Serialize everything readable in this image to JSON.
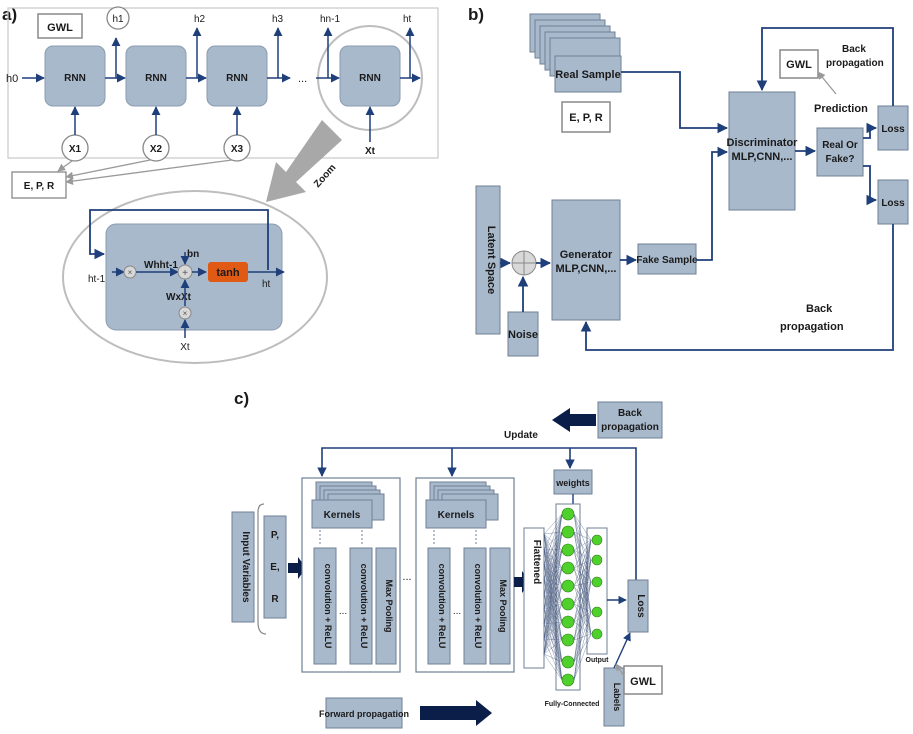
{
  "panel_a": {
    "label": "a)",
    "gwl": "GWL",
    "h0": "h0",
    "h_out": [
      "h1",
      "h2",
      "h3",
      "hn-1",
      "ht"
    ],
    "rnn": "RNN",
    "dots": "...",
    "x_in": [
      "X1",
      "X2",
      "X3",
      "Xt"
    ],
    "epr": "E, P, R",
    "zoom": "Zoom",
    "cell": {
      "ht_1": "ht-1",
      "bn": "bn",
      "whht": "Whht-1",
      "wxxt": "WxXt",
      "tanh": "tanh",
      "ht": "ht",
      "xt": "Xt"
    }
  },
  "panel_b": {
    "label": "b)",
    "real_sample": "Real Sample",
    "epr": "E, P, R",
    "gwl": "GWL",
    "back_prop_top": [
      "Back",
      "propagation"
    ],
    "prediction": "Prediction",
    "discriminator": [
      "Discriminator",
      "MLP,CNN,..."
    ],
    "real_or_fake": [
      "Real Or",
      "Fake?"
    ],
    "loss_top": "Loss",
    "loss_bottom": "Loss",
    "latent_space": "Latent Space",
    "noise": "Noise",
    "generator": [
      "Generator",
      "MLP,CNN,..."
    ],
    "fake_sample": "Fake Sample",
    "back_prop_bottom": [
      "Back",
      "propagation"
    ]
  },
  "panel_c": {
    "label": "c)",
    "back_prop": [
      "Back",
      "propagation"
    ],
    "update": "Update",
    "weights": "weights",
    "input_variables": "Input Variables",
    "inputs": [
      "P,",
      "E,",
      "R"
    ],
    "kernels": "Kernels",
    "conv_relu": "convolution + ReLU",
    "max_pooling": "Max Pooling",
    "dots": "...",
    "flattened": "Flattened",
    "output": "Output",
    "loss": "Loss",
    "gwl": "GWL",
    "labels": "Labels",
    "fully_connected": "Fully-Connected",
    "forward_prop": "Forward propagation"
  },
  "colors": {
    "box": "#a9b9cc",
    "box_stroke": "#8a9bb0",
    "arrow": "#1f3f7a",
    "tanh": "#e05a14",
    "node": "#4fd12c",
    "grey_line": "#9a9a9a"
  }
}
